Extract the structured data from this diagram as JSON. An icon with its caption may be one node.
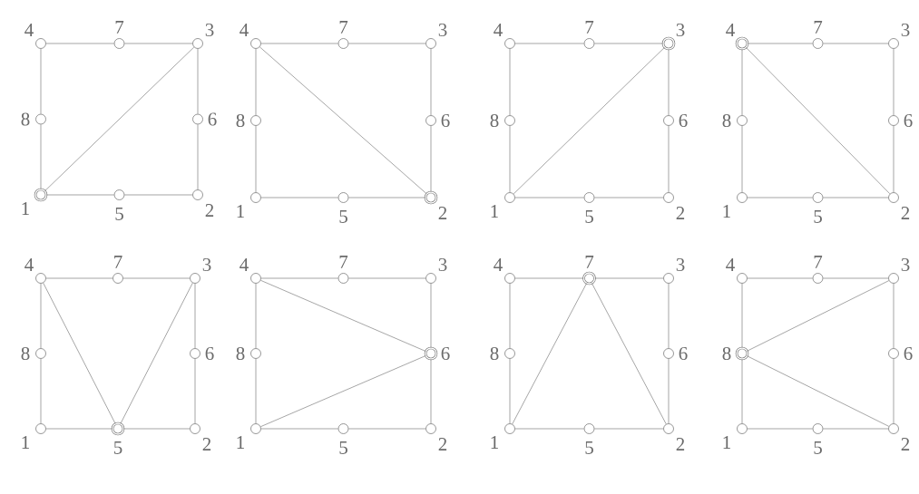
{
  "diagram": {
    "nodes": [
      {
        "text": [],
        "shape": "ring",
        "beside": [
          "1"
        ]
      },
      {
        "text": [],
        "shape": "circle",
        "beside": [
          "2"
        ]
      },
      {
        "text": [],
        "shape": "circle",
        "beside": [
          "3"
        ]
      },
      {
        "text": [],
        "shape": "circle",
        "beside": [
          "4"
        ]
      },
      {
        "text": [],
        "shape": "circle",
        "beside": [
          "5"
        ]
      },
      {
        "text": [],
        "shape": "circle",
        "beside": [
          "6"
        ]
      },
      {
        "text": [],
        "shape": "circle",
        "beside": [
          "7"
        ]
      },
      {
        "text": [],
        "shape": "circle",
        "beside": [
          "8"
        ]
      },
      {
        "text": [],
        "shape": "circle",
        "beside": [
          "1"
        ]
      },
      {
        "text": [],
        "shape": "ring",
        "beside": [
          "2"
        ]
      },
      {
        "text": [],
        "shape": "circle",
        "beside": [
          "3"
        ]
      },
      {
        "text": [],
        "shape": "circle",
        "beside": [
          "4"
        ]
      },
      {
        "text": [],
        "shape": "circle",
        "beside": [
          "5"
        ]
      },
      {
        "text": [],
        "shape": "circle",
        "beside": [
          "6"
        ]
      },
      {
        "text": [],
        "shape": "circle",
        "beside": [
          "7"
        ]
      },
      {
        "text": [],
        "shape": "circle",
        "beside": [
          "8"
        ]
      },
      {
        "text": [],
        "shape": "circle",
        "beside": [
          "1"
        ]
      },
      {
        "text": [],
        "shape": "circle",
        "beside": [
          "2"
        ]
      },
      {
        "text": [],
        "shape": "ring",
        "beside": [
          "3"
        ]
      },
      {
        "text": [],
        "shape": "circle",
        "beside": [
          "4"
        ]
      },
      {
        "text": [],
        "shape": "circle",
        "beside": [
          "5"
        ]
      },
      {
        "text": [],
        "shape": "circle",
        "beside": [
          "6"
        ]
      },
      {
        "text": [],
        "shape": "circle",
        "beside": [
          "7"
        ]
      },
      {
        "text": [],
        "shape": "circle",
        "beside": [
          "8"
        ]
      },
      {
        "text": [],
        "shape": "circle",
        "beside": [
          "1"
        ]
      },
      {
        "text": [],
        "shape": "circle",
        "beside": [
          "2"
        ]
      },
      {
        "text": [],
        "shape": "circle",
        "beside": [
          "3"
        ]
      },
      {
        "text": [],
        "shape": "ring",
        "beside": [
          "4"
        ]
      },
      {
        "text": [],
        "shape": "circle",
        "beside": [
          "5"
        ]
      },
      {
        "text": [],
        "shape": "circle",
        "beside": [
          "6"
        ]
      },
      {
        "text": [],
        "shape": "circle",
        "beside": [
          "7"
        ]
      },
      {
        "text": [],
        "shape": "circle",
        "beside": [
          "8"
        ]
      },
      {
        "text": [],
        "shape": "circle",
        "beside": [
          "1"
        ]
      },
      {
        "text": [],
        "shape": "circle",
        "beside": [
          "2"
        ]
      },
      {
        "text": [],
        "shape": "circle",
        "beside": [
          "3"
        ]
      },
      {
        "text": [],
        "shape": "circle",
        "beside": [
          "4"
        ]
      },
      {
        "text": [],
        "shape": "ring",
        "beside": [
          "5"
        ]
      },
      {
        "text": [],
        "shape": "circle",
        "beside": [
          "6"
        ]
      },
      {
        "text": [],
        "shape": "circle",
        "beside": [
          "7"
        ]
      },
      {
        "text": [],
        "shape": "circle",
        "beside": [
          "8"
        ]
      },
      {
        "text": [],
        "shape": "circle",
        "beside": [
          "1"
        ]
      },
      {
        "text": [],
        "shape": "circle",
        "beside": [
          "2"
        ]
      },
      {
        "text": [],
        "shape": "circle",
        "beside": [
          "3"
        ]
      },
      {
        "text": [],
        "shape": "circle",
        "beside": [
          "4"
        ]
      },
      {
        "text": [],
        "shape": "circle",
        "beside": [
          "5"
        ]
      },
      {
        "text": [],
        "shape": "ring",
        "beside": [
          "6"
        ]
      },
      {
        "text": [],
        "shape": "circle",
        "beside": [
          "7"
        ]
      },
      {
        "text": [],
        "shape": "circle",
        "beside": [
          "8"
        ]
      },
      {
        "text": [],
        "shape": "circle",
        "beside": [
          "1"
        ]
      },
      {
        "text": [],
        "shape": "circle",
        "beside": [
          "2"
        ]
      },
      {
        "text": [],
        "shape": "circle",
        "beside": [
          "3"
        ]
      },
      {
        "text": [],
        "shape": "circle",
        "beside": [
          "4"
        ]
      },
      {
        "text": [],
        "shape": "circle",
        "beside": [
          "5"
        ]
      },
      {
        "text": [],
        "shape": "circle",
        "beside": [
          "6"
        ]
      },
      {
        "text": [],
        "shape": "ring",
        "beside": [
          "7"
        ]
      },
      {
        "text": [],
        "shape": "circle",
        "beside": [
          "8"
        ]
      },
      {
        "text": [],
        "shape": "circle",
        "beside": [
          "1"
        ]
      },
      {
        "text": [],
        "shape": "circle",
        "beside": [
          "2"
        ]
      },
      {
        "text": [],
        "shape": "circle",
        "beside": [
          "3"
        ]
      },
      {
        "text": [],
        "shape": "circle",
        "beside": [
          "4"
        ]
      },
      {
        "text": [],
        "shape": "circle",
        "beside": [
          "5"
        ]
      },
      {
        "text": [],
        "shape": "circle",
        "beside": [
          "6"
        ]
      },
      {
        "text": [],
        "shape": "circle",
        "beside": [
          "7"
        ]
      },
      {
        "text": [],
        "shape": "ring",
        "beside": [
          "8"
        ]
      }
    ],
    "edges": [
      {
        "from": 0,
        "to": 4,
        "arrow": "none"
      },
      {
        "from": 4,
        "to": 1,
        "arrow": "none"
      },
      {
        "from": 1,
        "to": 5,
        "arrow": "none"
      },
      {
        "from": 5,
        "to": 2,
        "arrow": "none"
      },
      {
        "from": 2,
        "to": 6,
        "arrow": "none"
      },
      {
        "from": 6,
        "to": 3,
        "arrow": "none"
      },
      {
        "from": 3,
        "to": 7,
        "arrow": "none"
      },
      {
        "from": 7,
        "to": 0,
        "arrow": "none"
      },
      {
        "from": 0,
        "to": 2,
        "arrow": "none"
      },
      {
        "from": 8,
        "to": 12,
        "arrow": "none"
      },
      {
        "from": 12,
        "to": 9,
        "arrow": "none"
      },
      {
        "from": 9,
        "to": 13,
        "arrow": "none"
      },
      {
        "from": 13,
        "to": 10,
        "arrow": "none"
      },
      {
        "from": 10,
        "to": 14,
        "arrow": "none"
      },
      {
        "from": 14,
        "to": 11,
        "arrow": "none"
      },
      {
        "from": 11,
        "to": 15,
        "arrow": "none"
      },
      {
        "from": 15,
        "to": 8,
        "arrow": "none"
      },
      {
        "from": 11,
        "to": 9,
        "arrow": "none"
      },
      {
        "from": 16,
        "to": 20,
        "arrow": "none"
      },
      {
        "from": 20,
        "to": 17,
        "arrow": "none"
      },
      {
        "from": 17,
        "to": 21,
        "arrow": "none"
      },
      {
        "from": 21,
        "to": 18,
        "arrow": "none"
      },
      {
        "from": 18,
        "to": 22,
        "arrow": "none"
      },
      {
        "from": 22,
        "to": 19,
        "arrow": "none"
      },
      {
        "from": 19,
        "to": 23,
        "arrow": "none"
      },
      {
        "from": 23,
        "to": 16,
        "arrow": "none"
      },
      {
        "from": 16,
        "to": 18,
        "arrow": "none"
      },
      {
        "from": 24,
        "to": 28,
        "arrow": "none"
      },
      {
        "from": 28,
        "to": 25,
        "arrow": "none"
      },
      {
        "from": 25,
        "to": 29,
        "arrow": "none"
      },
      {
        "from": 29,
        "to": 26,
        "arrow": "none"
      },
      {
        "from": 26,
        "to": 30,
        "arrow": "none"
      },
      {
        "from": 30,
        "to": 27,
        "arrow": "none"
      },
      {
        "from": 27,
        "to": 31,
        "arrow": "none"
      },
      {
        "from": 31,
        "to": 24,
        "arrow": "none"
      },
      {
        "from": 27,
        "to": 25,
        "arrow": "none"
      },
      {
        "from": 32,
        "to": 36,
        "arrow": "none"
      },
      {
        "from": 36,
        "to": 33,
        "arrow": "none"
      },
      {
        "from": 33,
        "to": 37,
        "arrow": "none"
      },
      {
        "from": 37,
        "to": 34,
        "arrow": "none"
      },
      {
        "from": 34,
        "to": 38,
        "arrow": "none"
      },
      {
        "from": 38,
        "to": 35,
        "arrow": "none"
      },
      {
        "from": 35,
        "to": 39,
        "arrow": "none"
      },
      {
        "from": 39,
        "to": 32,
        "arrow": "none"
      },
      {
        "from": 35,
        "to": 36,
        "arrow": "none"
      },
      {
        "from": 36,
        "to": 34,
        "arrow": "none"
      },
      {
        "from": 40,
        "to": 44,
        "arrow": "none"
      },
      {
        "from": 44,
        "to": 41,
        "arrow": "none"
      },
      {
        "from": 41,
        "to": 45,
        "arrow": "none"
      },
      {
        "from": 45,
        "to": 42,
        "arrow": "none"
      },
      {
        "from": 42,
        "to": 46,
        "arrow": "none"
      },
      {
        "from": 46,
        "to": 43,
        "arrow": "none"
      },
      {
        "from": 43,
        "to": 47,
        "arrow": "none"
      },
      {
        "from": 47,
        "to": 40,
        "arrow": "none"
      },
      {
        "from": 43,
        "to": 45,
        "arrow": "none"
      },
      {
        "from": 40,
        "to": 45,
        "arrow": "none"
      },
      {
        "from": 48,
        "to": 52,
        "arrow": "none"
      },
      {
        "from": 52,
        "to": 49,
        "arrow": "none"
      },
      {
        "from": 49,
        "to": 53,
        "arrow": "none"
      },
      {
        "from": 53,
        "to": 50,
        "arrow": "none"
      },
      {
        "from": 50,
        "to": 54,
        "arrow": "none"
      },
      {
        "from": 54,
        "to": 51,
        "arrow": "none"
      },
      {
        "from": 51,
        "to": 55,
        "arrow": "none"
      },
      {
        "from": 55,
        "to": 48,
        "arrow": "none"
      },
      {
        "from": 48,
        "to": 54,
        "arrow": "none"
      },
      {
        "from": 54,
        "to": 49,
        "arrow": "none"
      },
      {
        "from": 56,
        "to": 60,
        "arrow": "none"
      },
      {
        "from": 60,
        "to": 57,
        "arrow": "none"
      },
      {
        "from": 57,
        "to": 61,
        "arrow": "none"
      },
      {
        "from": 61,
        "to": 58,
        "arrow": "none"
      },
      {
        "from": 58,
        "to": 62,
        "arrow": "none"
      },
      {
        "from": 62,
        "to": 59,
        "arrow": "none"
      },
      {
        "from": 59,
        "to": 63,
        "arrow": "none"
      },
      {
        "from": 63,
        "to": 56,
        "arrow": "none"
      },
      {
        "from": 63,
        "to": 58,
        "arrow": "none"
      },
      {
        "from": 63,
        "to": 57,
        "arrow": "none"
      }
    ]
  }
}
